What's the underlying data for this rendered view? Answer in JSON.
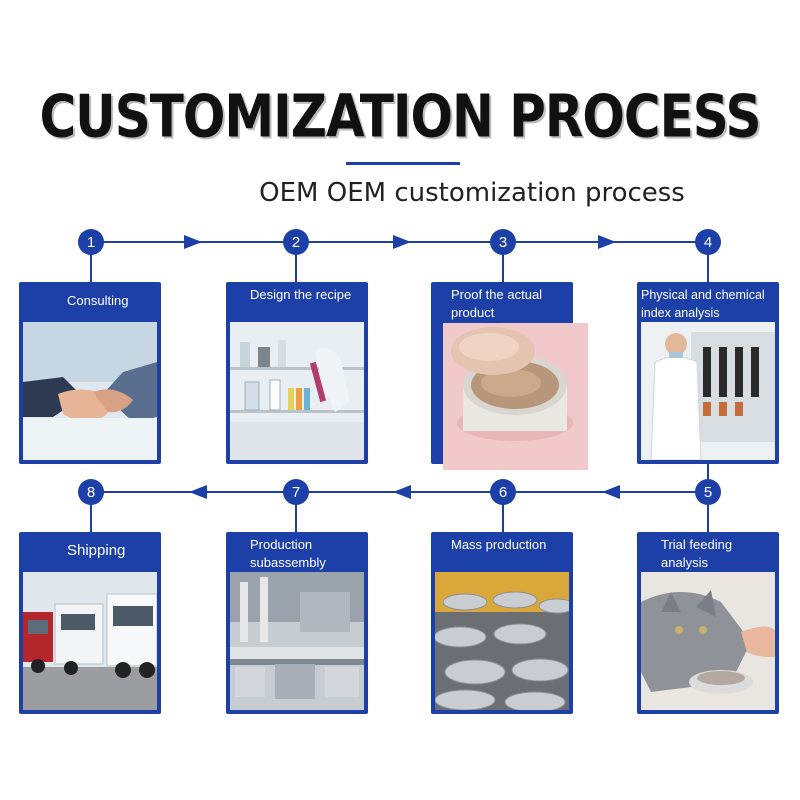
{
  "title": "CUSTOMIZATION PROCESS",
  "subtitle": "OEM OEM customization process",
  "accent": "#1d3fa8",
  "steps": [
    {
      "number": "1",
      "label": "Consulting",
      "illustration": "handshake"
    },
    {
      "number": "2",
      "label": "Design the recipe",
      "illustration": "lab-beakers"
    },
    {
      "number": "3",
      "label": "Proof the actual product",
      "illustration": "pet-food-can"
    },
    {
      "number": "4",
      "label": "Physical and chemical index analysis",
      "illustration": "lab-technician"
    },
    {
      "number": "5",
      "label": "Trial feeding analysis",
      "illustration": "cat-eating"
    },
    {
      "number": "6",
      "label": "Mass production",
      "illustration": "cans-conveyor"
    },
    {
      "number": "7",
      "label": "Production subassembly",
      "illustration": "filling-machine"
    },
    {
      "number": "8",
      "label": "Shipping",
      "illustration": "trucks"
    }
  ]
}
